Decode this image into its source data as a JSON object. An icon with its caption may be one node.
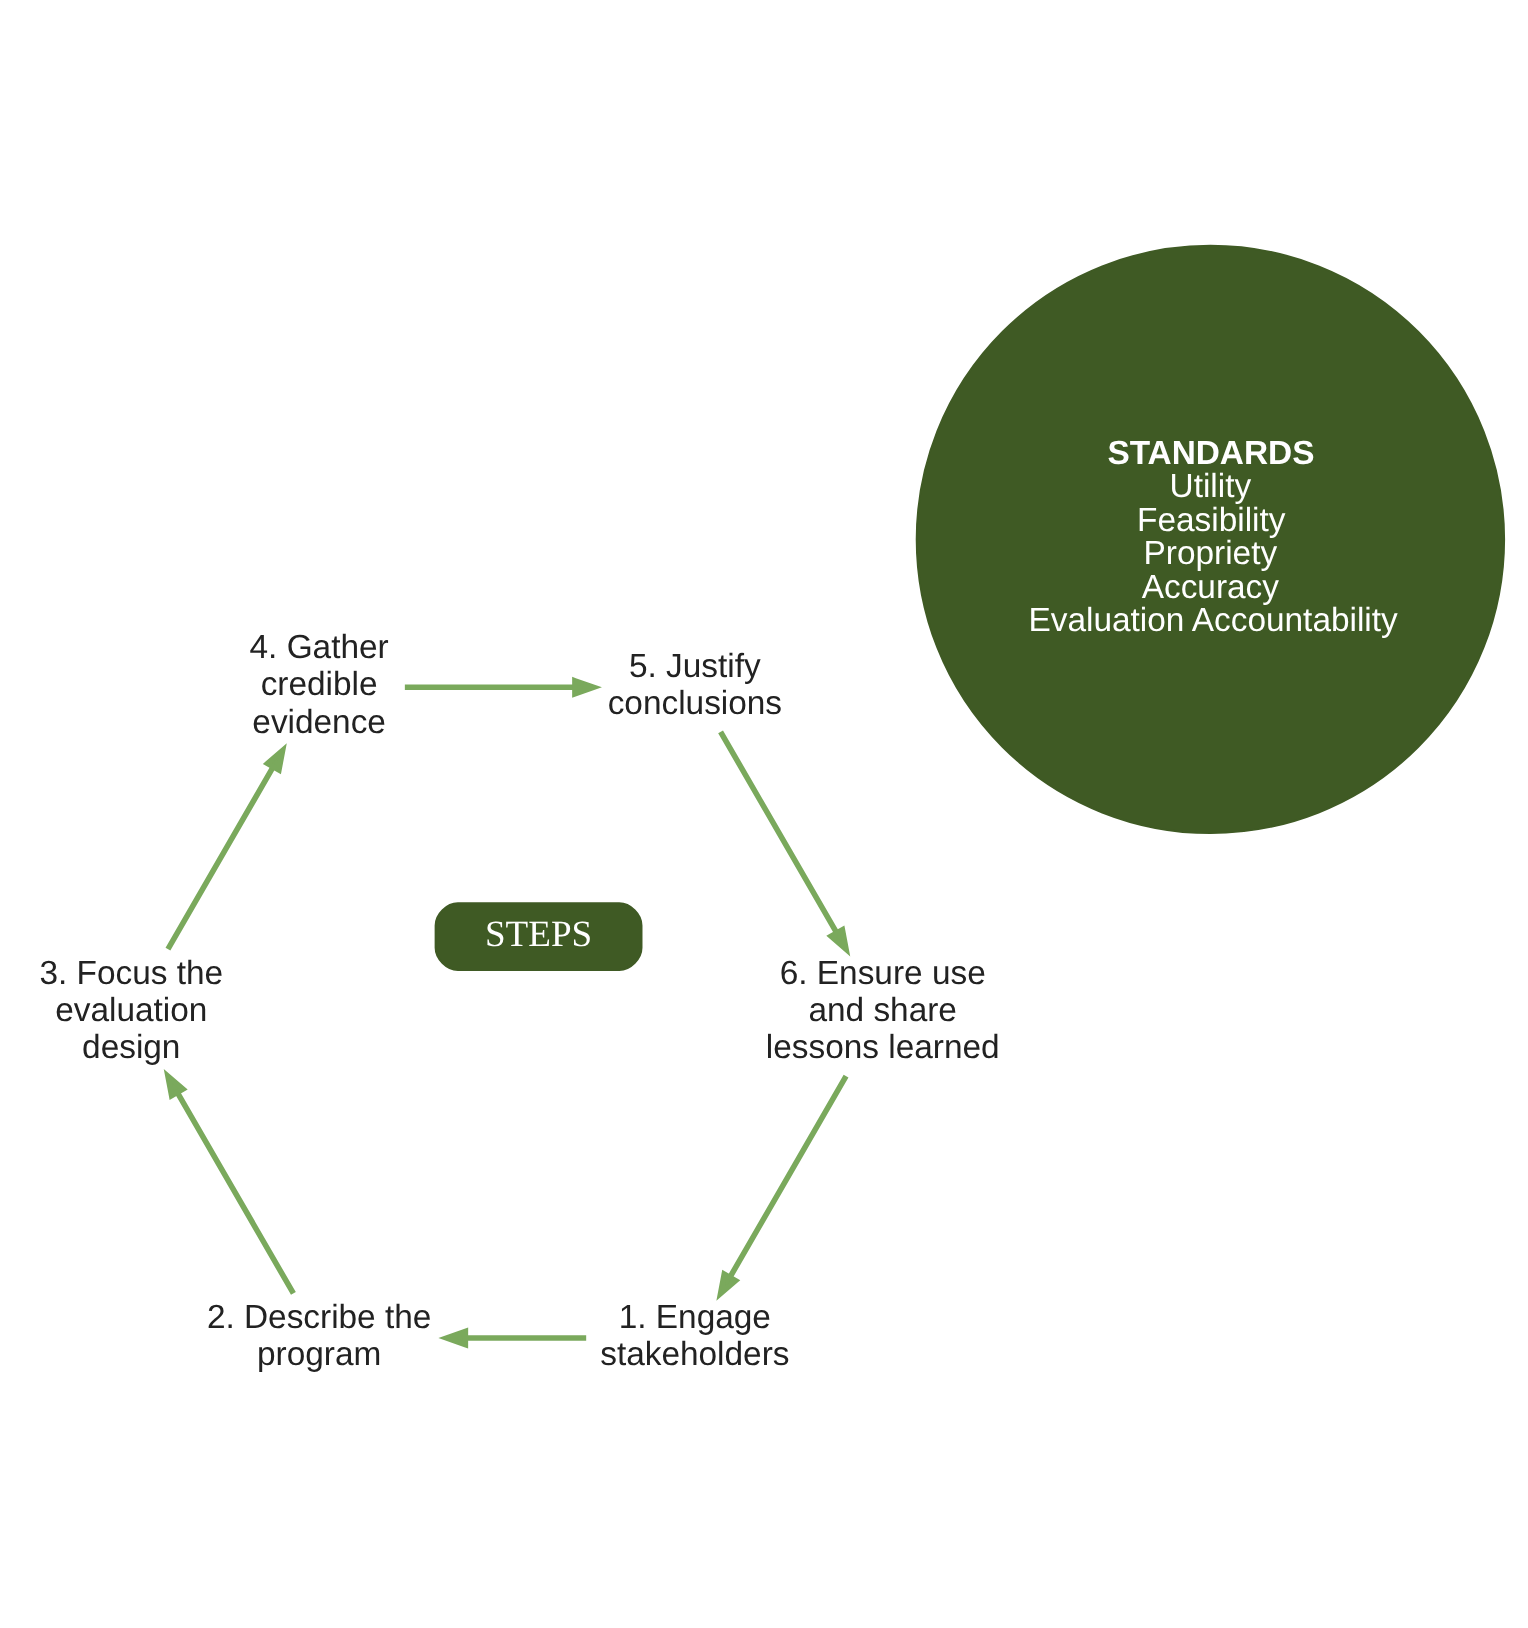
{
  "diagram": {
    "nodes": [
      {
        "text": [
          "STEPS"
        ]
      },
      {
        "text": [
          "1. Engage stakeholders"
        ]
      },
      {
        "text": [
          "2. Describe the program"
        ]
      },
      {
        "text": [
          "3. Focus the evaluation design"
        ]
      },
      {
        "text": [
          "4. Gather credible evidence"
        ]
      },
      {
        "text": [
          "5. Justify conclusions"
        ]
      },
      {
        "text": [
          "6. Ensure use and share lessons learned"
        ]
      },
      {
        "text": [
          "STANDARDS",
          "Utility",
          "Feasibility",
          "Propriety",
          "Accuracy",
          "Evaluation Accountability"
        ]
      }
    ],
    "edges": [
      {
        "from": 1,
        "to": 2,
        "arrow": "to"
      },
      {
        "from": 2,
        "to": 3,
        "arrow": "to"
      },
      {
        "from": 3,
        "to": 4,
        "arrow": "to"
      },
      {
        "from": 4,
        "to": 5,
        "arrow": "to"
      },
      {
        "from": 5,
        "to": 6,
        "arrow": "to"
      },
      {
        "from": 6,
        "to": 1,
        "arrow": "to"
      }
    ]
  }
}
